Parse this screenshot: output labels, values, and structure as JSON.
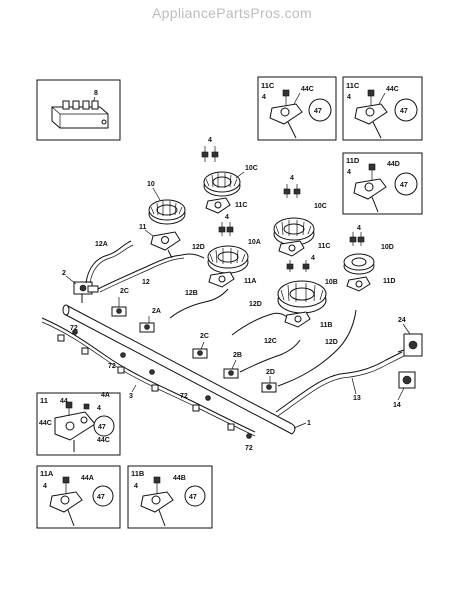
{
  "watermark": "AppliancePartsPros.com",
  "callouts": {
    "c8": "8",
    "c4a": "4",
    "c4b": "4",
    "c4c": "4",
    "c4d": "4",
    "c4e": "4",
    "c10": "10",
    "c10c_a": "10C",
    "c10c_b": "10C",
    "c10a": "10A",
    "c10b": "10B",
    "c10d": "10D",
    "c11": "11",
    "c11c_a": "11C",
    "c11c_b": "11C",
    "c11a": "11A",
    "c11b": "11B",
    "c11d": "11D",
    "c12a": "12A",
    "c12d_a": "12D",
    "c12d_b": "12D",
    "c12d_c": "12D",
    "c12b": "12B",
    "c12": "12",
    "c12c": "12C",
    "c2": "2",
    "c2a": "2A",
    "c2b": "2B",
    "c2c_a": "2C",
    "c2c_b": "2C",
    "c2d": "2D",
    "c72a": "72",
    "c72b": "72",
    "c72c": "72",
    "c72d": "72",
    "c3": "3",
    "c1": "1",
    "c13": "13",
    "c14": "14",
    "c24": "24"
  },
  "insets": {
    "i11c_1": {
      "title": "11C",
      "screw": "4",
      "part": "44C",
      "cap": "47"
    },
    "i11c_2": {
      "title": "11C",
      "screw": "4",
      "part": "44C",
      "cap": "47"
    },
    "i11d": {
      "title": "11D",
      "screw": "4",
      "part": "44D",
      "cap": "47"
    },
    "i11": {
      "title": "11",
      "screw": "44",
      "part": "4A",
      "side_a": "44C",
      "side_b": "44C",
      "cap": "47",
      "screw2": "4"
    },
    "i11a": {
      "title": "11A",
      "screw": "4",
      "part": "44A",
      "cap": "47"
    },
    "i11b": {
      "title": "11B",
      "screw": "4",
      "part": "44B",
      "cap": "47"
    }
  }
}
